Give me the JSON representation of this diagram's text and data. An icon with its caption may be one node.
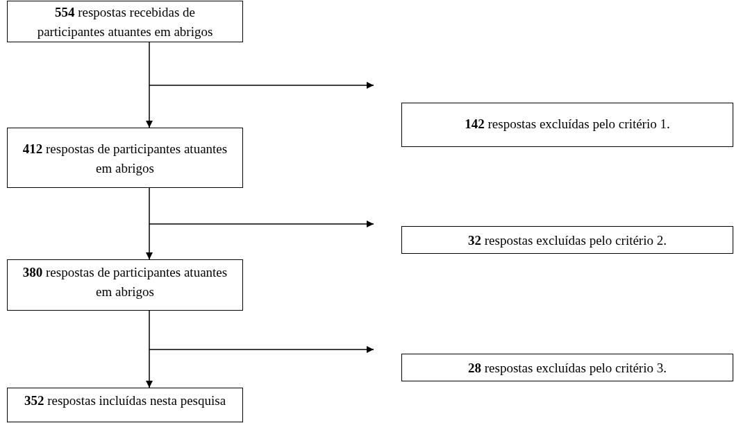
{
  "diagram": {
    "nodes": [
      {
        "text": [
          "**554** respostas recebidas de participantes atuantes em abrigos"
        ]
      },
      {
        "text": [
          "**142** respostas excluídas pelo critério 1."
        ]
      },
      {
        "text": [
          "**412** respostas de participantes atuantes em abrigos"
        ]
      },
      {
        "text": [
          "**32** respostas excluídas pelo critério 2."
        ]
      },
      {
        "text": [
          "**380** respostas de participantes atuantes em abrigos"
        ]
      },
      {
        "text": [
          "**28** respostas excluídas pelo critério 3."
        ]
      },
      {
        "text": [
          "**352** respostas incluídas nesta pesquisa"
        ]
      }
    ],
    "edges": [
      {
        "from": 0,
        "to": 2,
        "arrow": "to"
      },
      {
        "from": 0,
        "to": 1,
        "arrow": "to"
      },
      {
        "from": 2,
        "to": 4,
        "arrow": "to"
      },
      {
        "from": 2,
        "to": 3,
        "arrow": "to"
      },
      {
        "from": 4,
        "to": 6,
        "arrow": "to"
      },
      {
        "from": 4,
        "to": 5,
        "arrow": "to"
      }
    ]
  }
}
